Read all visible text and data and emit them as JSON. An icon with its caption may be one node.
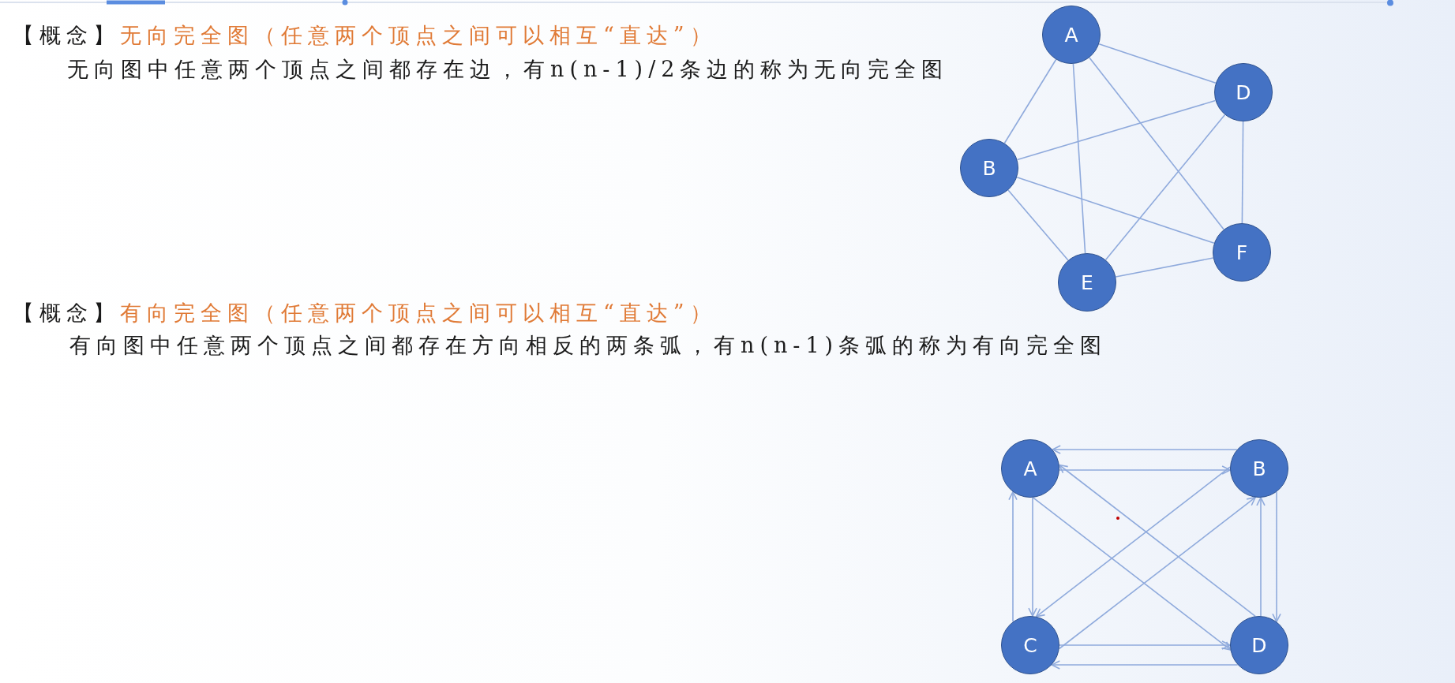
{
  "diagram": {
    "nodes": [
      {
        "text": [
          "A"
        ]
      },
      {
        "text": [
          "D"
        ]
      },
      {
        "text": [
          "B"
        ]
      },
      {
        "text": [
          "F"
        ]
      },
      {
        "text": [
          "E"
        ]
      },
      {
        "text": [
          "A"
        ]
      },
      {
        "text": [
          "B"
        ]
      },
      {
        "text": [
          "C"
        ]
      },
      {
        "text": [
          "D"
        ]
      }
    ],
    "edges": [
      {
        "from": 0,
        "to": 1,
        "arrow": "none"
      },
      {
        "from": 0,
        "to": 2,
        "arrow": "none"
      },
      {
        "from": 0,
        "to": 4,
        "arrow": "none"
      },
      {
        "from": 0,
        "to": 3,
        "arrow": "none"
      },
      {
        "from": 1,
        "to": 2,
        "arrow": "none"
      },
      {
        "from": 1,
        "to": 4,
        "arrow": "none"
      },
      {
        "from": 1,
        "to": 3,
        "arrow": "none"
      },
      {
        "from": 2,
        "to": 3,
        "arrow": "none"
      },
      {
        "from": 2,
        "to": 4,
        "arrow": "none"
      },
      {
        "from": 4,
        "to": 3,
        "arrow": "none"
      },
      {
        "from": 6,
        "to": 5,
        "arrow": "to"
      },
      {
        "from": 5,
        "to": 6,
        "arrow": "to"
      },
      {
        "from": 7,
        "to": 5,
        "arrow": "to"
      },
      {
        "from": 5,
        "to": 7,
        "arrow": "to"
      },
      {
        "from": 5,
        "to": 8,
        "arrow": "to"
      },
      {
        "from": 8,
        "to": 5,
        "arrow": "to"
      },
      {
        "from": 6,
        "to": 7,
        "arrow": "to"
      },
      {
        "from": 7,
        "to": 6,
        "arrow": "to"
      },
      {
        "from": 8,
        "to": 6,
        "arrow": "to"
      },
      {
        "from": 6,
        "to": 8,
        "arrow": "to"
      },
      {
        "from": 7,
        "to": 8,
        "arrow": "to"
      },
      {
        "from": 8,
        "to": 7,
        "arrow": "to"
      }
    ],
    "labels": [
      "【概念】",
      "无向完全图（任意两个顶点之间可以相互“直达”）",
      "无向图中任意两个顶点之间都存在边，有n(n-1)/2条边的称为无向完全图",
      "【概念】",
      "有向完全图（任意两个顶点之间可以相互“直达”）",
      "有向图中任意两个顶点之间都存在方向相反的两条弧，有n(n-1)条弧的称为有向完全图"
    ]
  }
}
